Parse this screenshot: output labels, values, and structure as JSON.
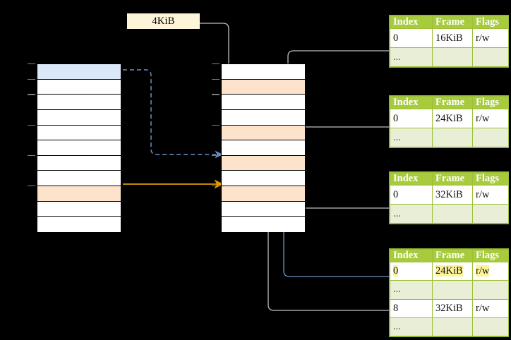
{
  "diagram": {
    "title": "four-level page table walk",
    "background": "#000000",
    "colors": {
      "header_green": "#a7cb3c",
      "row_alt_green": "#e9efd6",
      "peach": "#fde3cc",
      "blue_row": "#dbe8f9",
      "chip_cream": "#fdf4d9",
      "highlight_yellow": "#fdf49a",
      "orange_arrow": "#dd9b00",
      "blue_arrow": "#6f8fc4",
      "gray_wire": "#bfbfbf"
    }
  },
  "page_size_label": {
    "text": "4KiB",
    "name": "page-size-chip"
  },
  "virtual_column": {
    "name": "virtual-address-space-column",
    "row_count": 11,
    "rows": [
      {
        "fill": "blue",
        "tick": true
      },
      {
        "fill": "white",
        "tick": true
      },
      {
        "fill": "white",
        "tick": true
      },
      {
        "fill": "white",
        "tick": false
      },
      {
        "fill": "white",
        "tick": true
      },
      {
        "fill": "white",
        "tick": false
      },
      {
        "fill": "white",
        "tick": true
      },
      {
        "fill": "white",
        "tick": false
      },
      {
        "fill": "peach",
        "tick": true
      },
      {
        "fill": "white",
        "tick": false
      },
      {
        "fill": "white",
        "tick": false
      }
    ]
  },
  "physical_column": {
    "name": "physical-memory-column",
    "row_count": 11,
    "rows": [
      {
        "fill": "white",
        "tick": true
      },
      {
        "fill": "peach",
        "tick": true
      },
      {
        "fill": "white",
        "tick": true
      },
      {
        "fill": "white",
        "tick": false
      },
      {
        "fill": "peach",
        "tick": true
      },
      {
        "fill": "white",
        "tick": false
      },
      {
        "fill": "peach",
        "tick": true
      },
      {
        "fill": "white",
        "tick": false
      },
      {
        "fill": "peach",
        "tick": true
      },
      {
        "fill": "white",
        "tick": false
      },
      {
        "fill": "white",
        "tick": false
      }
    ]
  },
  "page_tables": [
    {
      "name": "page-table-level-1",
      "headers": [
        "Index",
        "Frame",
        "Flags"
      ],
      "rows": [
        {
          "type": "data",
          "cells": [
            "0",
            "16KiB",
            "r/w"
          ],
          "highlight": [
            false,
            false,
            false
          ]
        },
        {
          "type": "ellipsis",
          "cells": [
            "...",
            "",
            ""
          ],
          "highlight": [
            false,
            false,
            false
          ]
        }
      ]
    },
    {
      "name": "page-table-level-2",
      "headers": [
        "Index",
        "Frame",
        "Flags"
      ],
      "rows": [
        {
          "type": "data",
          "cells": [
            "0",
            "24KiB",
            "r/w"
          ],
          "highlight": [
            false,
            false,
            false
          ]
        },
        {
          "type": "ellipsis",
          "cells": [
            "...",
            "",
            ""
          ],
          "highlight": [
            false,
            false,
            false
          ]
        }
      ]
    },
    {
      "name": "page-table-level-3",
      "headers": [
        "Index",
        "Frame",
        "Flags"
      ],
      "rows": [
        {
          "type": "data",
          "cells": [
            "0",
            "32KiB",
            "r/w"
          ],
          "highlight": [
            false,
            false,
            false
          ]
        },
        {
          "type": "ellipsis",
          "cells": [
            "...",
            "",
            ""
          ],
          "highlight": [
            false,
            false,
            false
          ]
        }
      ]
    },
    {
      "name": "page-table-level-4",
      "headers": [
        "Index",
        "Frame",
        "Flags"
      ],
      "rows": [
        {
          "type": "data",
          "cells": [
            "0",
            "24KiB",
            "r/w"
          ],
          "highlight": [
            true,
            true,
            true
          ]
        },
        {
          "type": "ellipsis",
          "cells": [
            "...",
            "",
            ""
          ],
          "highlight": [
            false,
            false,
            false
          ]
        },
        {
          "type": "data",
          "cells": [
            "8",
            "32KiB",
            "r/w"
          ],
          "highlight": [
            false,
            false,
            false
          ]
        },
        {
          "type": "ellipsis",
          "cells": [
            "...",
            "",
            ""
          ],
          "highlight": [
            false,
            false,
            false
          ]
        }
      ]
    }
  ],
  "connectors": [
    {
      "name": "virtual-page-to-physical-frame-dashed",
      "style": "dashed",
      "color": "#6f8fc4"
    },
    {
      "name": "virtual-page-to-physical-frame-solid",
      "style": "solid",
      "color": "#dd9b00"
    },
    {
      "name": "level1-frame-to-memory",
      "style": "solid",
      "color": "#bfbfbf"
    },
    {
      "name": "level2-frame-to-memory",
      "style": "solid",
      "color": "#bfbfbf"
    },
    {
      "name": "level3-frame-to-memory",
      "style": "solid",
      "color": "#bfbfbf"
    },
    {
      "name": "level4-frame-to-memory",
      "style": "solid",
      "color": "#bfbfbf"
    },
    {
      "name": "memory-to-level4-entry",
      "style": "solid",
      "color": "#6f8fc4"
    }
  ]
}
